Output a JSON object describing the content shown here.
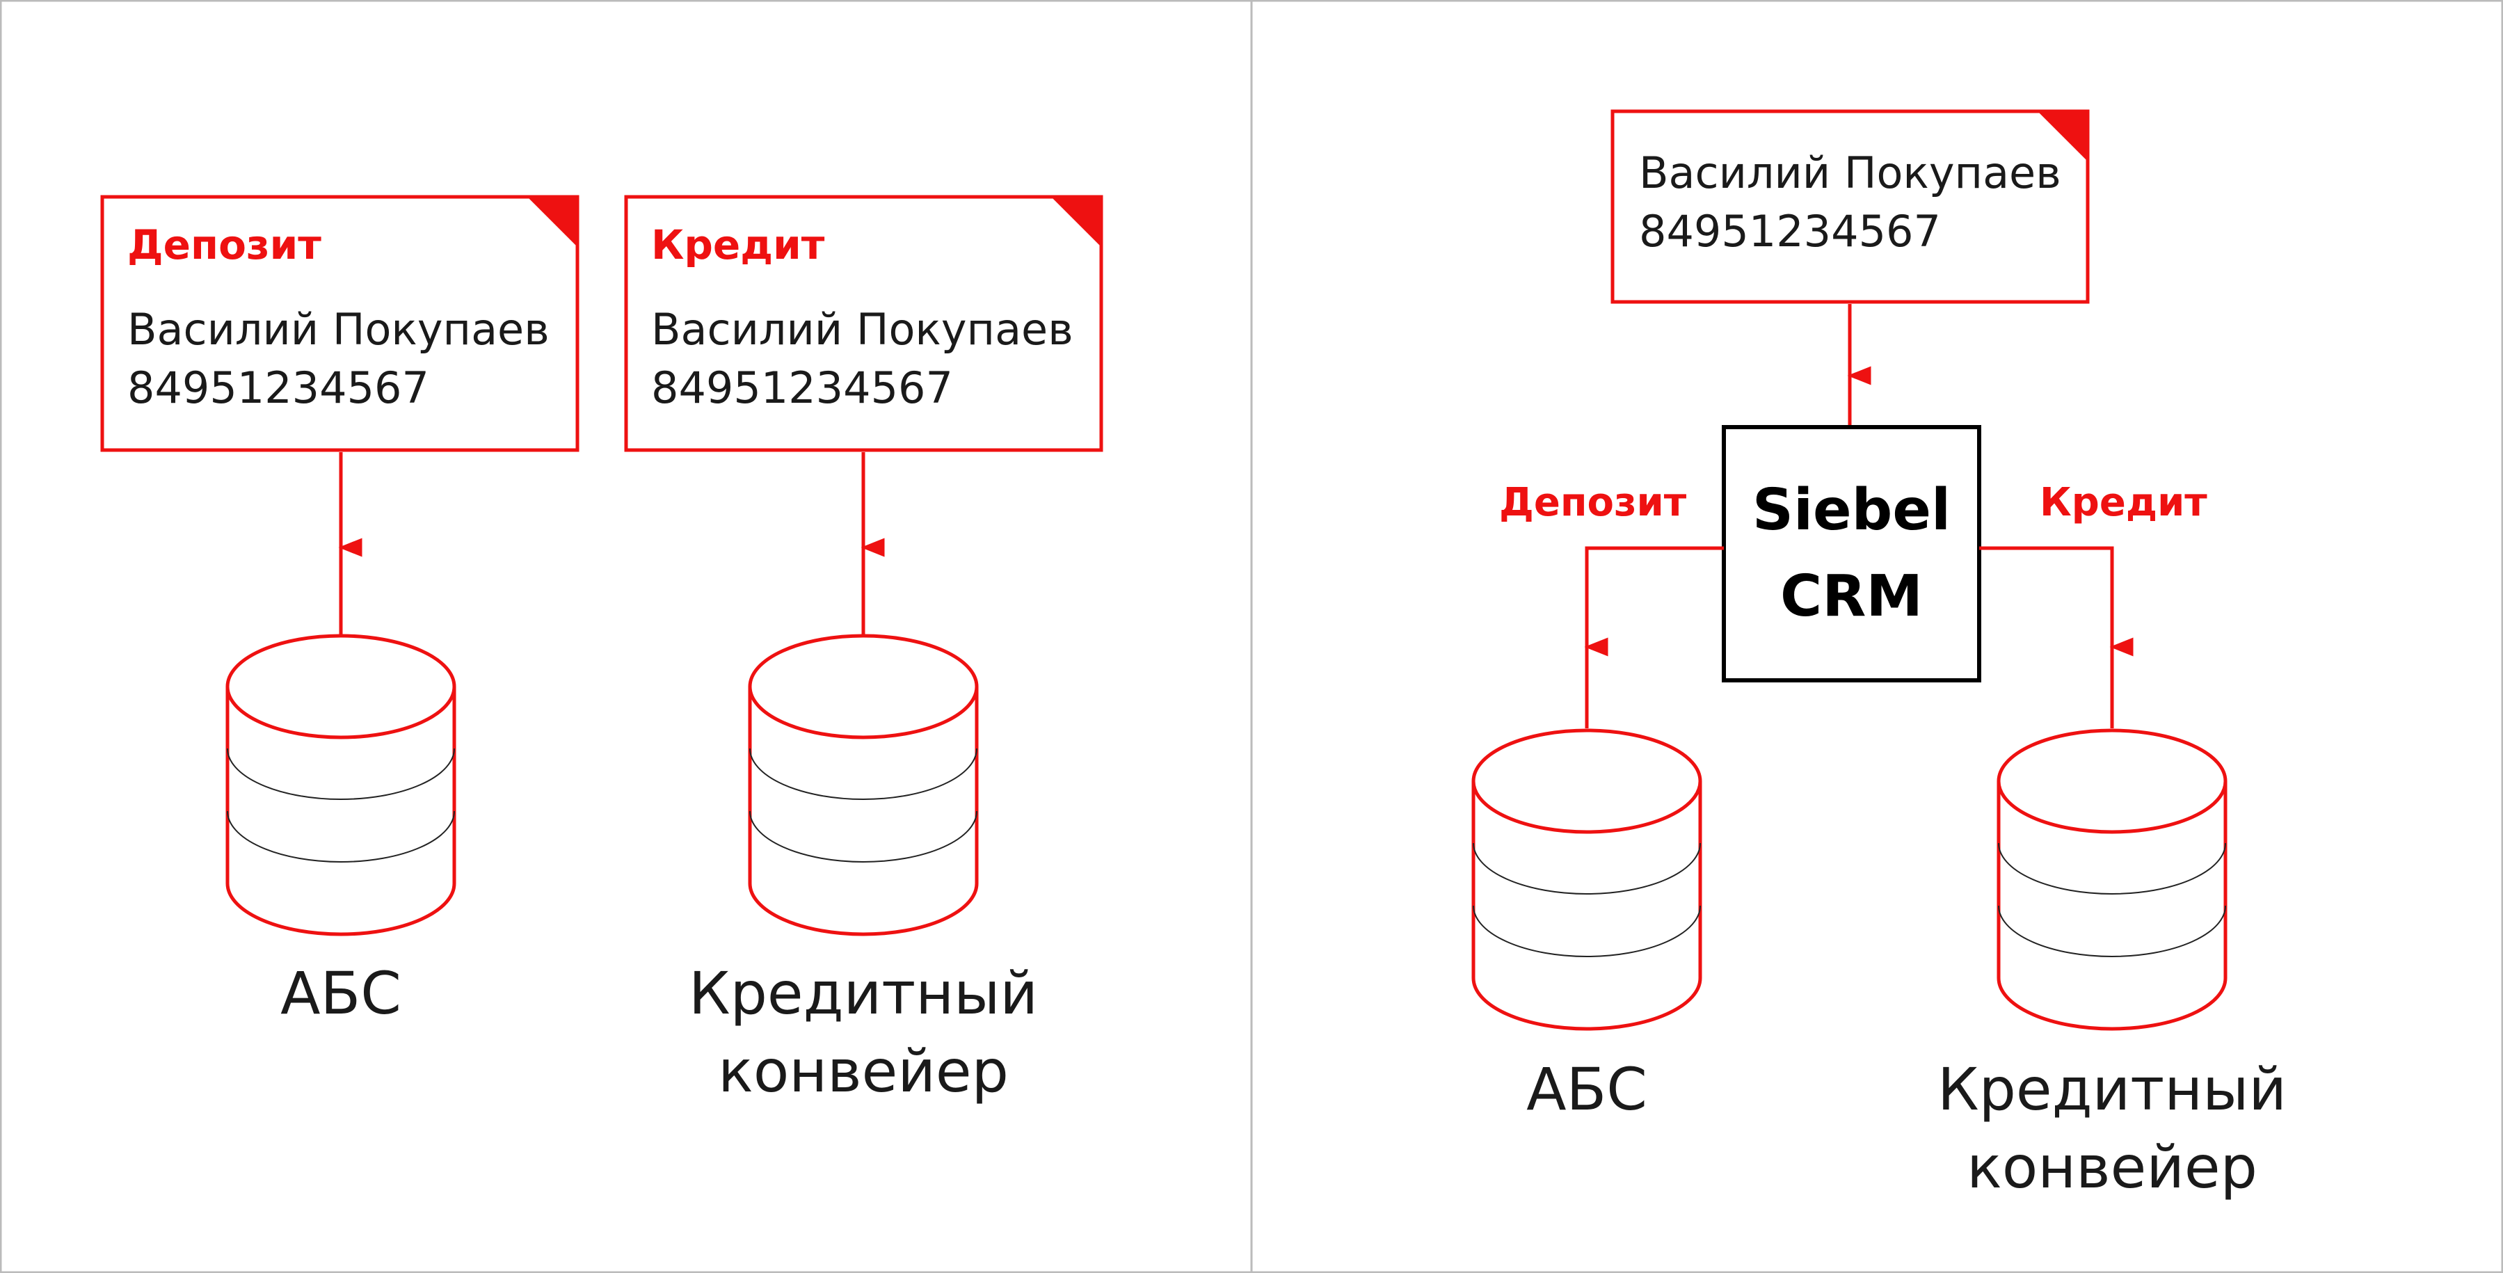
{
  "colors": {
    "accent": "#ee1111",
    "border": "#000000",
    "text": "#1a1a1a",
    "divider": "#bbbbbb"
  },
  "left_panel": {
    "cards": [
      {
        "kind": "Депозит",
        "name": "Василий Покупаев",
        "phone": "84951234567"
      },
      {
        "kind": "Кредит",
        "name": "Василий Покупаев",
        "phone": "84951234567"
      }
    ],
    "databases": [
      {
        "label": "АБС"
      },
      {
        "label_line1": "Кредитный",
        "label_line2": "конвейер"
      }
    ]
  },
  "right_panel": {
    "card": {
      "name": "Василий Покупаев",
      "phone": "84951234567"
    },
    "crm": {
      "line1": "Siebel",
      "line2": "CRM"
    },
    "edges": {
      "left": "Депозит",
      "right": "Кредит"
    },
    "databases": [
      {
        "label": "АБС"
      },
      {
        "label_line1": "Кредитный",
        "label_line2": "конвейер"
      }
    ]
  }
}
